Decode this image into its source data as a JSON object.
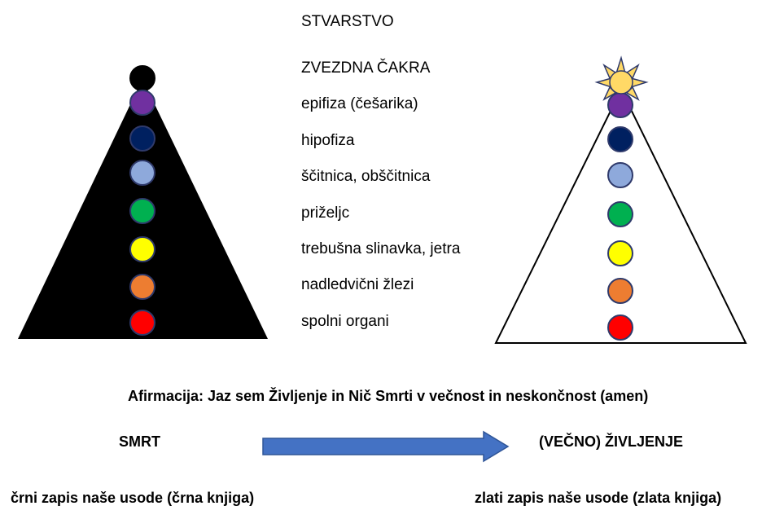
{
  "labels": {
    "creation": "STVARSTVO",
    "items": [
      "ZVEZDNA ČAKRA",
      "epifiza (češarika)",
      "hipofiza",
      "ščitnica, obščitnica",
      "priželjc",
      "trebušna slinavka, jetra",
      "nadledvični žlezi",
      "spolni organi"
    ]
  },
  "affirmation": "Afirmacija: Jaz sem Življenje in Nič Smrti v večnost in neskončnost (amen)",
  "death": "SMRT",
  "life": "(VEČNO) ŽIVLJENJE",
  "black_record": "črni zapis naše usode (črna knjiga)",
  "golden_record": "zlati zapis naše usode (zlata knjiga)",
  "colors": {
    "left_triangle": "#000000",
    "arrow": "#4472C4",
    "arrow_stroke": "#2F5597",
    "sun": "#FFD966",
    "chakras": [
      "#000000",
      "#7030A0",
      "#002060",
      "#8EA9DB",
      "#00B050",
      "#FFFF00",
      "#ED7D31",
      "#FF0000"
    ]
  }
}
